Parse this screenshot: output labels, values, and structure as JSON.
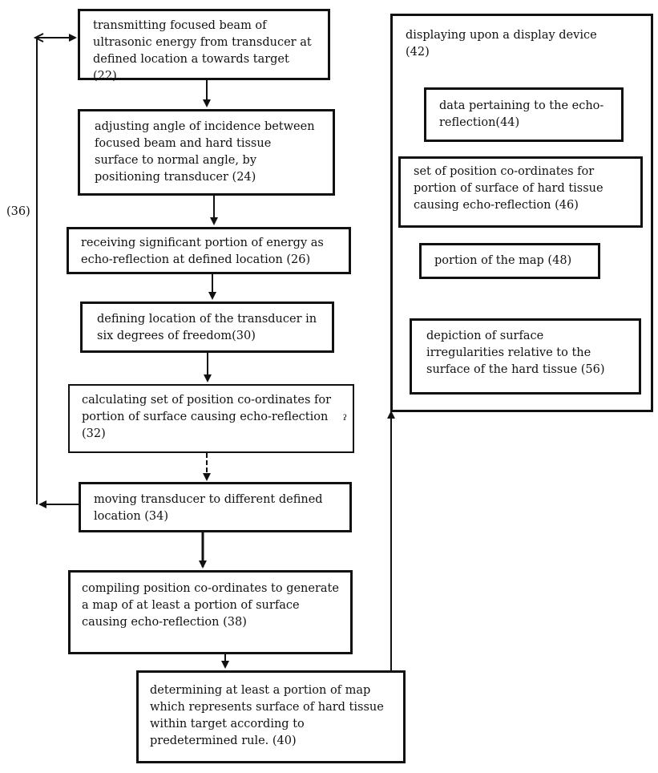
{
  "steps": {
    "s22": "transmitting focused beam of ultrasonic energy from transducer at defined location a towards target (22)",
    "s24": "adjusting angle of incidence between focused beam and hard tissue surface to normal angle, by positioning transducer (24)",
    "s26": "receiving significant  portion of energy as echo-reflection at defined location (26)",
    "s30": "defining location of the transducer in six degrees of freedom(30)",
    "s32": "calculating set of position co-ordinates for portion of surface causing echo-reflection (32)",
    "s34": "moving transducer to  different defined location (34)",
    "s38": "compiling position co-ordinates to generate a map of at least a portion of surface causing echo-reflection (38)",
    "s40": "determining at least a  portion of map which represents surface of hard tissue within target according to predetermined rule. (40)"
  },
  "loop_label": "(36)",
  "display": {
    "title": "displaying upon a  display device (42)",
    "items": {
      "i44": "data pertaining to the echo-reflection(44)",
      "i46": "set of position co-ordinates for portion of surface of hard tissue causing echo-reflection (46)",
      "i48": "portion of the map (48)",
      "i56": "depiction of surface irregularities relative to the surface of the hard tissue (56)"
    }
  }
}
